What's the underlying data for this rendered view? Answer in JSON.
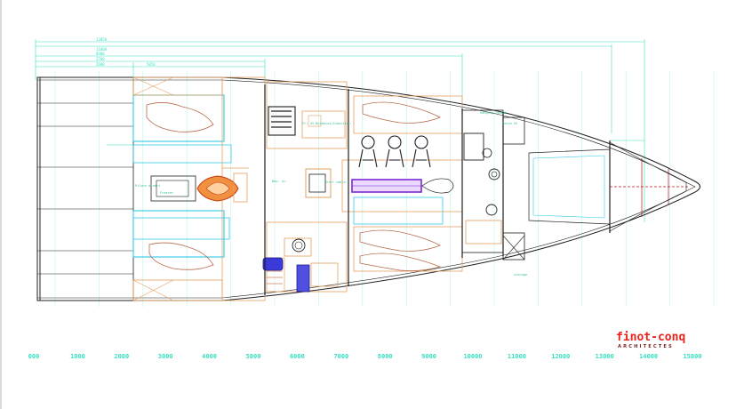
{
  "brand": {
    "name": "finot-conq",
    "subtitle": "ARCHITECTES",
    "colors": {
      "name": "#e8231e",
      "subtitle": "#7a2626"
    }
  },
  "scale": {
    "labels": [
      "000",
      "1000",
      "2000",
      "3000",
      "4000",
      "5000",
      "6000",
      "7000",
      "8000",
      "9000",
      "10000",
      "11000",
      "12000",
      "13000",
      "14000",
      "15000"
    ],
    "color": "#38e0c0"
  },
  "dimensions": {
    "labels": [
      "13850",
      "11800",
      "8900",
      "2700",
      "2600",
      "5050"
    ]
  },
  "annotations": {
    "hanging_locker": "hanging locker",
    "galley_note": "Fr: 45\nBarbecue/Induction",
    "nav_station": "Nav. st.",
    "freezer": "Freezer",
    "bench": "Bench 55",
    "chart_table": "Chart table",
    "pilot": "Pilote d'abri",
    "storage": "storage"
  },
  "colors": {
    "hull": "#202020",
    "guides": "#38e0c0",
    "interior": "#e3a060",
    "furniture": "#c64010",
    "berths": "#b86a4a",
    "crew": "#1c1c2c",
    "cyan_panels": "#30cbe8",
    "purple": "#7a2ad0",
    "engine": "#e07820",
    "blue_equipment": "#3a3ad8",
    "red_hull": "#c01010"
  }
}
